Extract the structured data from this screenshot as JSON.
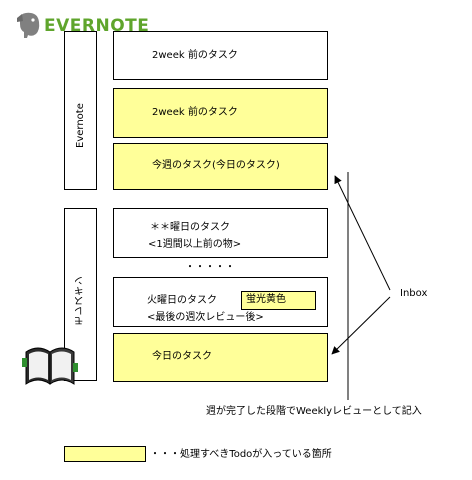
{
  "logo": {
    "text": "EVERNOTE",
    "brand_color": "#5fa52c"
  },
  "groups": {
    "evernote": "Evernote",
    "moleskine": "モレスキン"
  },
  "boxes": [
    {
      "text": "2week 前のタスク"
    },
    {
      "text": "2week 前のタスク"
    },
    {
      "text": "今週のタスク(今日のタスク)"
    },
    {
      "line1": "＊＊曜日のタスク",
      "line2": "<1週間以上前の物>"
    },
    {
      "line1": "火曜日のタスク",
      "line2": "<最後の週次レビュー後>",
      "tag": "蛍光黄色"
    },
    {
      "text": "今日のタスク"
    }
  ],
  "dots": "・・・・・",
  "inbox_label": "Inbox",
  "bottom_note": "週が完了した段階でWeeklyレビューとして記入",
  "legend": {
    "text": "・・・処理すべきTodoが入っている箇所",
    "color": "#ffff99"
  },
  "icons": {
    "logo": "elephant-icon",
    "notebook": "notebook-icon"
  }
}
